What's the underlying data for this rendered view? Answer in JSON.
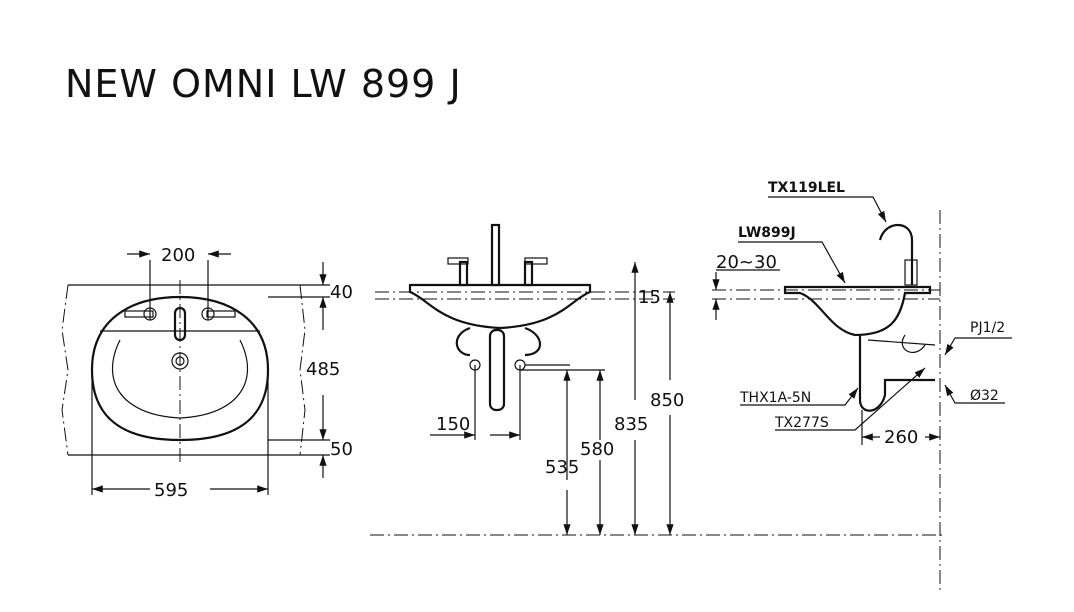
{
  "title": "NEW OMNI LW 899 J",
  "top_view": {
    "dim_holes": "200",
    "dim_top": "40",
    "dim_depth": "485",
    "dim_bottom": "50",
    "dim_width": "595"
  },
  "front_view": {
    "dim_waste": "150",
    "dim_rim": "15",
    "dim_535": "535",
    "dim_580": "580",
    "dim_835": "835",
    "dim_850": "850"
  },
  "side_view": {
    "faucet_model": "TX119LEL",
    "basin_model": "LW899J",
    "dim_counter": "20~30",
    "valve": "PJ1/2",
    "waste_model": "THX1A-5N",
    "trap_model": "TX277S",
    "pipe_dia": "Ø32",
    "dim_wall": "260"
  }
}
